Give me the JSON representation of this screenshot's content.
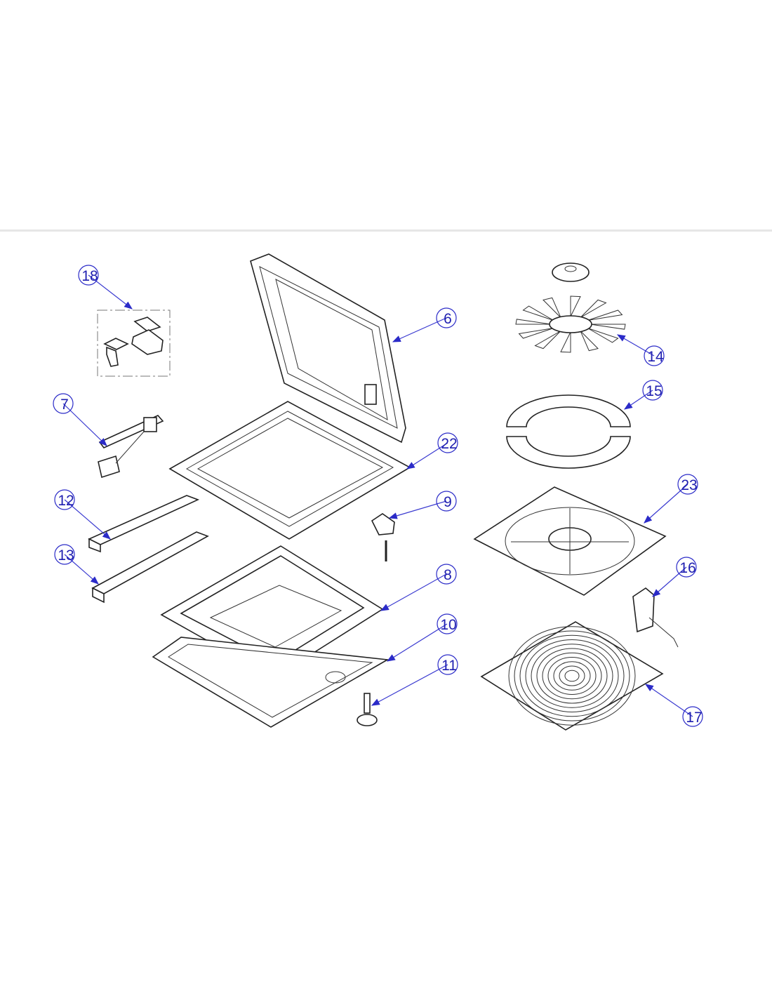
{
  "callouts": [
    {
      "id": "18",
      "label": "18"
    },
    {
      "id": "6",
      "label": "6"
    },
    {
      "id": "14",
      "label": "14"
    },
    {
      "id": "15",
      "label": "15"
    },
    {
      "id": "7",
      "label": "7"
    },
    {
      "id": "22",
      "label": "22"
    },
    {
      "id": "12",
      "label": "12"
    },
    {
      "id": "9",
      "label": "9"
    },
    {
      "id": "23",
      "label": "23"
    },
    {
      "id": "13",
      "label": "13"
    },
    {
      "id": "8",
      "label": "8"
    },
    {
      "id": "16",
      "label": "16"
    },
    {
      "id": "10",
      "label": "10"
    },
    {
      "id": "11",
      "label": "11"
    },
    {
      "id": "17",
      "label": "17"
    }
  ],
  "colors": {
    "callout": "#2b2bc8",
    "line_art": "#222222",
    "divider": "#e6e6e6"
  }
}
